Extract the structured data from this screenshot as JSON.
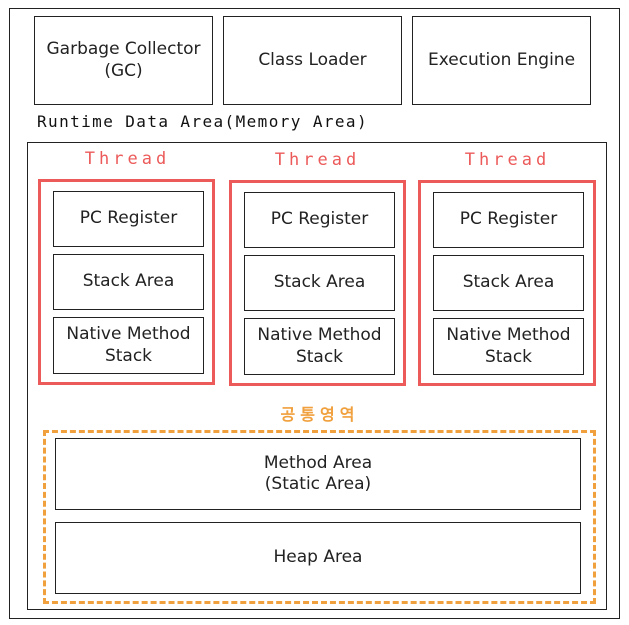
{
  "top_components": [
    {
      "label": "Garbage Collector\n(GC)"
    },
    {
      "label": "Class Loader"
    },
    {
      "label": "Execution Engine"
    }
  ],
  "runtime_title": "Runtime Data Area(Memory Area)",
  "threads": [
    {
      "label": "Thread",
      "items": [
        "PC Register",
        "Stack Area",
        "Native Method\nStack"
      ]
    },
    {
      "label": "Thread",
      "items": [
        "PC Register",
        "Stack Area",
        "Native Method\nStack"
      ]
    },
    {
      "label": "Thread",
      "items": [
        "PC Register",
        "Stack Area",
        "Native Method\nStack"
      ]
    }
  ],
  "shared": {
    "label": "공통영역",
    "items": [
      "Method Area\n(Static Area)",
      "Heap Area"
    ]
  },
  "colors": {
    "thread": "#ec5a5a",
    "shared": "#f0a03c",
    "border": "#222222"
  }
}
